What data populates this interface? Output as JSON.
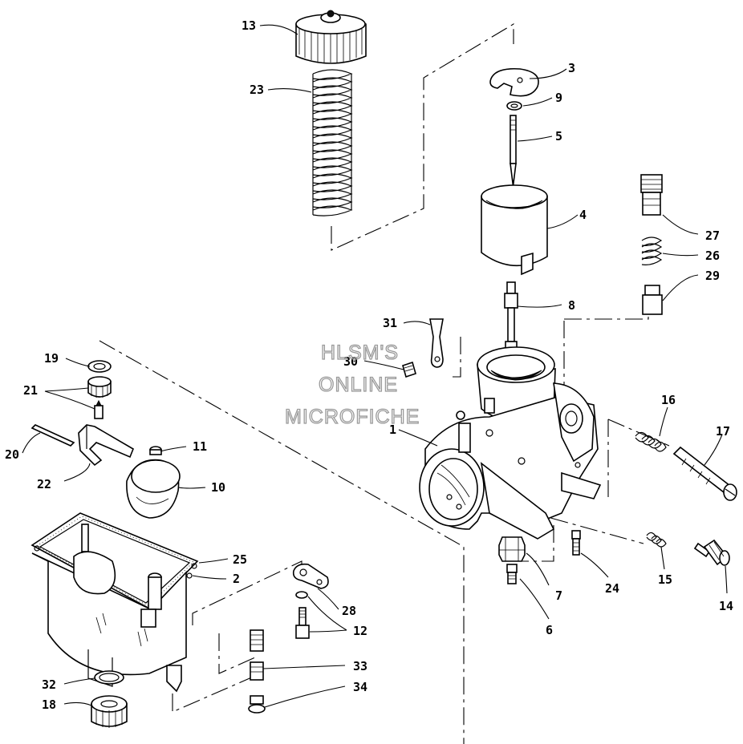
{
  "watermark": {
    "line1": "HLSM'S",
    "line2": "ONLINE",
    "line3": "MICROFICHE"
  },
  "callouts": [
    "1",
    "2",
    "3",
    "4",
    "5",
    "6",
    "7",
    "8",
    "9",
    "10",
    "11",
    "12",
    "13",
    "14",
    "15",
    "16",
    "17",
    "18",
    "19",
    "20",
    "21",
    "22",
    "23",
    "24",
    "25",
    "26",
    "27",
    "28",
    "29",
    "30",
    "31",
    "32",
    "33",
    "34"
  ]
}
